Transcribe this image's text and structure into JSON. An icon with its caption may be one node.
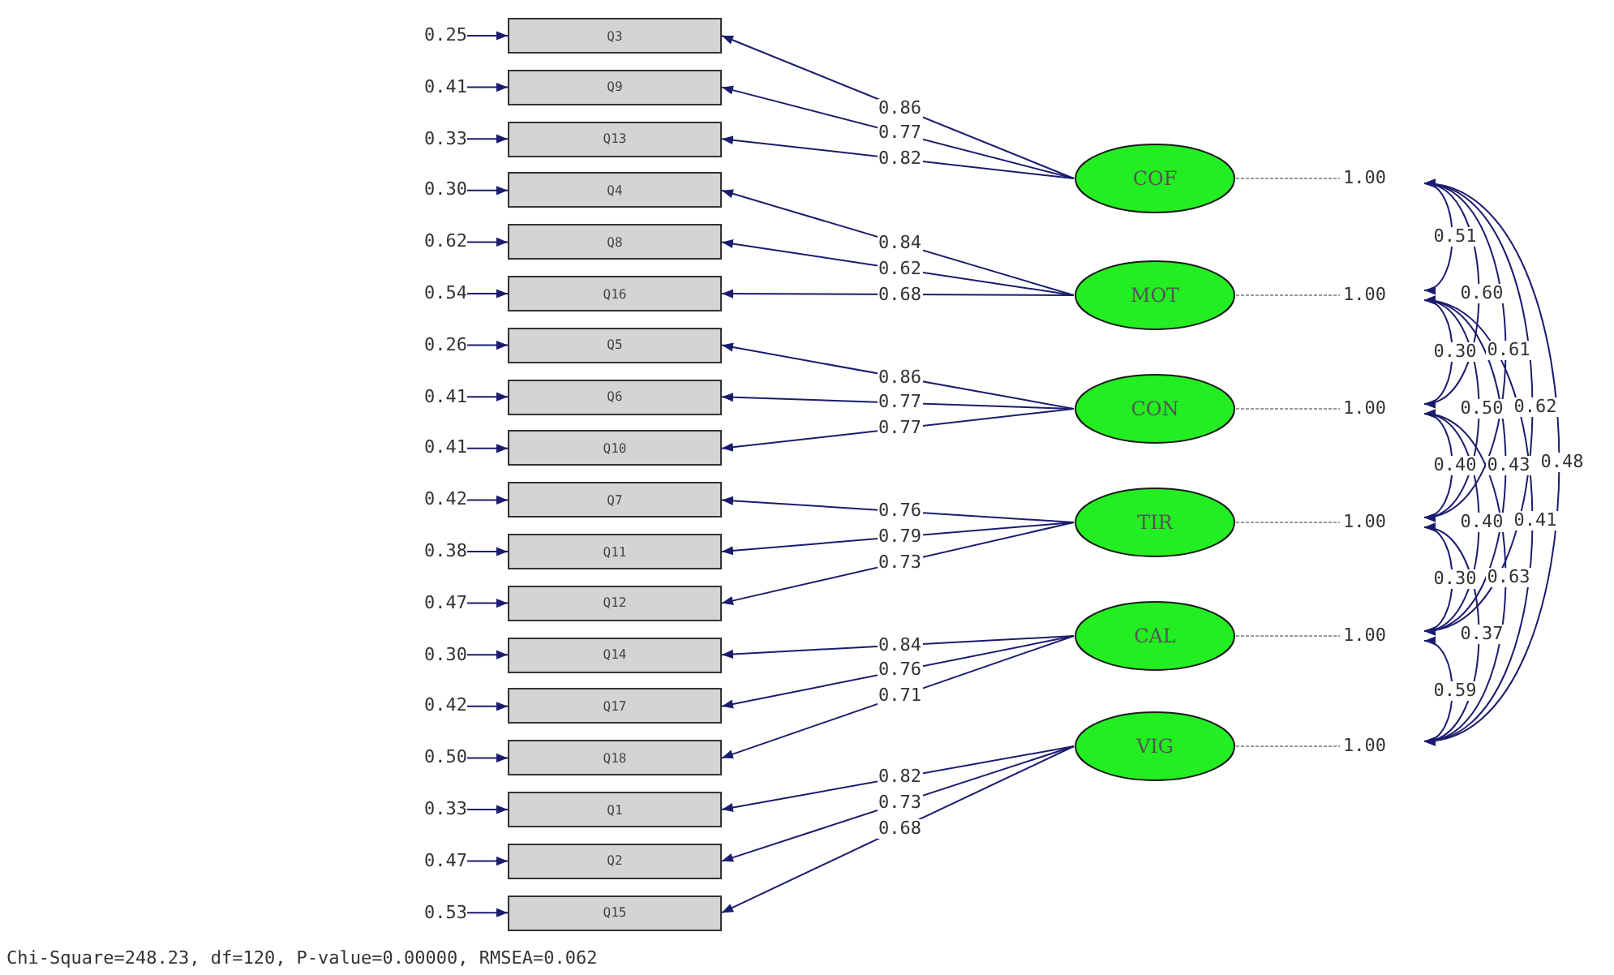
{
  "diagram": {
    "nodes": [
      {
        "text": [
          "0.25"
        ]
      },
      {
        "text": [
          "Q3"
        ]
      },
      {
        "text": [
          "0.41"
        ]
      },
      {
        "text": [
          "Q9"
        ]
      },
      {
        "text": [
          "0.33"
        ]
      },
      {
        "text": [
          "Q13"
        ]
      },
      {
        "text": [
          "0.30"
        ]
      },
      {
        "text": [
          "Q4"
        ]
      },
      {
        "text": [
          "0.62"
        ]
      },
      {
        "text": [
          "Q8"
        ]
      },
      {
        "text": [
          "0.54"
        ]
      },
      {
        "text": [
          "Q16"
        ]
      },
      {
        "text": [
          "0.26"
        ]
      },
      {
        "text": [
          "Q5"
        ]
      },
      {
        "text": [
          "0.41"
        ]
      },
      {
        "text": [
          "Q6"
        ]
      },
      {
        "text": [
          "0.41"
        ]
      },
      {
        "text": [
          "Q10"
        ]
      },
      {
        "text": [
          "0.42"
        ]
      },
      {
        "text": [
          "Q7"
        ]
      },
      {
        "text": [
          "0.38"
        ]
      },
      {
        "text": [
          "Q11"
        ]
      },
      {
        "text": [
          "0.47"
        ]
      },
      {
        "text": [
          "Q12"
        ]
      },
      {
        "text": [
          "0.30"
        ]
      },
      {
        "text": [
          "Q14"
        ]
      },
      {
        "text": [
          "0.42"
        ]
      },
      {
        "text": [
          "Q17"
        ]
      },
      {
        "text": [
          "0.50"
        ]
      },
      {
        "text": [
          "Q18"
        ]
      },
      {
        "text": [
          "0.33"
        ]
      },
      {
        "text": [
          "Q1"
        ]
      },
      {
        "text": [
          "0.47"
        ]
      },
      {
        "text": [
          "Q2"
        ]
      },
      {
        "text": [
          "0.53"
        ]
      },
      {
        "text": [
          "Q15"
        ]
      },
      {
        "text": [
          "COF"
        ],
        "beside": [
          "1.00"
        ]
      },
      {
        "text": [
          "MOT"
        ],
        "beside": [
          "1.00"
        ]
      },
      {
        "text": [
          "CON"
        ],
        "beside": [
          "1.00"
        ]
      },
      {
        "text": [
          "TIR"
        ],
        "beside": [
          "1.00"
        ]
      },
      {
        "text": [
          "CAL"
        ],
        "beside": [
          "1.00"
        ]
      },
      {
        "text": [
          "VIG"
        ],
        "beside": [
          "1.00"
        ]
      }
    ],
    "edges": [
      {
        "from": 0,
        "to": 1,
        "arrow": "to"
      },
      {
        "from": 2,
        "to": 3,
        "arrow": "to"
      },
      {
        "from": 4,
        "to": 5,
        "arrow": "to"
      },
      {
        "from": 6,
        "to": 7,
        "arrow": "to"
      },
      {
        "from": 8,
        "to": 9,
        "arrow": "to"
      },
      {
        "from": 10,
        "to": 11,
        "arrow": "to"
      },
      {
        "from": 12,
        "to": 13,
        "arrow": "to"
      },
      {
        "from": 14,
        "to": 15,
        "arrow": "to"
      },
      {
        "from": 16,
        "to": 17,
        "arrow": "to"
      },
      {
        "from": 18,
        "to": 19,
        "arrow": "to"
      },
      {
        "from": 20,
        "to": 21,
        "arrow": "to"
      },
      {
        "from": 22,
        "to": 23,
        "arrow": "to"
      },
      {
        "from": 24,
        "to": 25,
        "arrow": "to"
      },
      {
        "from": 26,
        "to": 27,
        "arrow": "to"
      },
      {
        "from": 28,
        "to": 29,
        "arrow": "to"
      },
      {
        "from": 30,
        "to": 31,
        "arrow": "to"
      },
      {
        "from": 32,
        "to": 33,
        "arrow": "to"
      },
      {
        "from": 34,
        "to": 35,
        "arrow": "to"
      },
      {
        "from": 36,
        "to": 1,
        "arrow": "to",
        "label": "0.86"
      },
      {
        "from": 36,
        "to": 3,
        "arrow": "to",
        "label": "0.77"
      },
      {
        "from": 36,
        "to": 5,
        "arrow": "to",
        "label": "0.82"
      },
      {
        "from": 37,
        "to": 7,
        "arrow": "to",
        "label": "0.84"
      },
      {
        "from": 37,
        "to": 9,
        "arrow": "to",
        "label": "0.62"
      },
      {
        "from": 37,
        "to": 11,
        "arrow": "to",
        "label": "0.68"
      },
      {
        "from": 38,
        "to": 13,
        "arrow": "to",
        "label": "0.86"
      },
      {
        "from": 38,
        "to": 15,
        "arrow": "to",
        "label": "0.77"
      },
      {
        "from": 38,
        "to": 17,
        "arrow": "to",
        "label": "0.77"
      },
      {
        "from": 39,
        "to": 19,
        "arrow": "to",
        "label": "0.76"
      },
      {
        "from": 39,
        "to": 21,
        "arrow": "to",
        "label": "0.79"
      },
      {
        "from": 39,
        "to": 23,
        "arrow": "to",
        "label": "0.73"
      },
      {
        "from": 40,
        "to": 25,
        "arrow": "to",
        "label": "0.84"
      },
      {
        "from": 40,
        "to": 27,
        "arrow": "to",
        "label": "0.76"
      },
      {
        "from": 40,
        "to": 29,
        "arrow": "to",
        "label": "0.71"
      },
      {
        "from": 41,
        "to": 31,
        "arrow": "to",
        "label": "0.82"
      },
      {
        "from": 41,
        "to": 33,
        "arrow": "to",
        "label": "0.73"
      },
      {
        "from": 41,
        "to": 35,
        "arrow": "to",
        "label": "0.68"
      },
      {
        "from": 36,
        "to": 37,
        "arrow": "both",
        "label": "0.51"
      },
      {
        "from": 36,
        "to": 38,
        "arrow": "both",
        "label": "0.60"
      },
      {
        "from": 37,
        "to": 38,
        "arrow": "both",
        "label": "0.30"
      },
      {
        "from": 36,
        "to": 39,
        "arrow": "both",
        "label": "0.61"
      },
      {
        "from": 37,
        "to": 39,
        "arrow": "both",
        "label": "0.50"
      },
      {
        "from": 36,
        "to": 40,
        "arrow": "both",
        "label": "0.62"
      },
      {
        "from": 38,
        "to": 39,
        "arrow": "both",
        "label": "0.40"
      },
      {
        "from": 37,
        "to": 40,
        "arrow": "both",
        "label": "0.43"
      },
      {
        "from": 36,
        "to": 41,
        "arrow": "both",
        "label": "0.48"
      },
      {
        "from": 38,
        "to": 40,
        "arrow": "both",
        "label": "0.40"
      },
      {
        "from": 37,
        "to": 41,
        "arrow": "both",
        "label": "0.41"
      },
      {
        "from": 39,
        "to": 40,
        "arrow": "both",
        "label": "0.30"
      },
      {
        "from": 38,
        "to": 41,
        "arrow": "both",
        "label": "0.63"
      },
      {
        "from": 39,
        "to": 41,
        "arrow": "both",
        "label": "0.37"
      },
      {
        "from": 40,
        "to": 41,
        "arrow": "both",
        "label": "0.59"
      }
    ],
    "labels": [
      "Chi-Square=248.23, df=120, P-value=0.00000, RMSEA=0.062"
    ]
  }
}
